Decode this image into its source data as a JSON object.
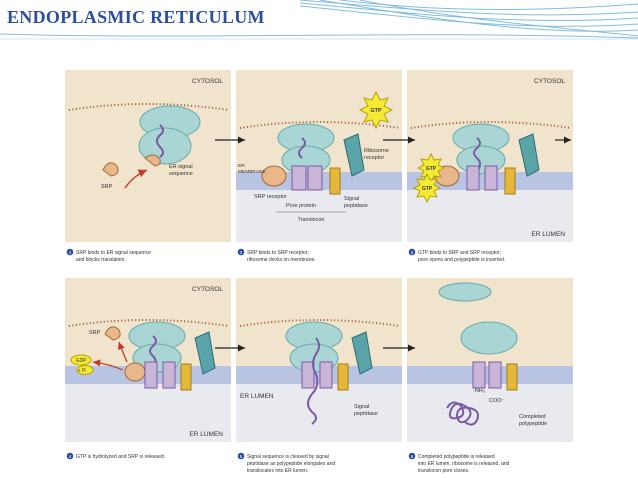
{
  "slide": {
    "title": "ENDOPLASMIC  RETICULUM",
    "colors": {
      "title": "#2a4f9c",
      "header_stripes": "#6fb2d6",
      "cytosol_bg": "#f0e4cc",
      "membrane": "#b9c4e2",
      "lumen_bg": "#e9eaf0",
      "ribosome": "#a9d6d5",
      "gtp_badge": "#f5ea34"
    }
  },
  "panels": [
    {
      "id": "p1",
      "labels": {
        "top_right": "CYTOSOL",
        "erss": [
          "ER signal",
          "sequence"
        ],
        "srp": "SRP"
      },
      "caption": {
        "num": "1",
        "lines": [
          "SRP binds to ER signal sequence",
          "and blocks translation."
        ]
      }
    },
    {
      "id": "p2",
      "labels": {
        "gtp": "GTP",
        "ribrec": [
          "Ribosome",
          "receptor"
        ],
        "erm": [
          "ER",
          "MEMBRANE"
        ],
        "srprec": "SRP receptor",
        "pore": "Pore protein",
        "sigpep": [
          "Signal",
          "peptidase"
        ],
        "translocon": "Translocon"
      },
      "caption": {
        "num": "2",
        "lines": [
          "SRP binds to SRP receptor;",
          "ribosome docks on membrane."
        ]
      }
    },
    {
      "id": "p3",
      "labels": {
        "top_right": "CYTOSOL",
        "gtp1": "GTP",
        "gtp2": "GTP",
        "bottom_right": "ER LUMEN"
      },
      "caption": {
        "num": "3",
        "lines": [
          "GTP binds to SRP and SRP receptor;",
          "pore opens and polypeptide is inserted."
        ]
      }
    },
    {
      "id": "p4",
      "labels": {
        "top_right": "CYTOSOL",
        "srp": "SRP",
        "gdp": "GDP",
        "pi": "+ Pᵢ",
        "bottom_right": "ER LUMEN"
      },
      "caption": {
        "num": "4",
        "lines": [
          "GTP is hydrolyzed and SRP is released."
        ]
      }
    },
    {
      "id": "p5",
      "labels": {
        "erlumen": "ER LUMEN",
        "sigpep": [
          "Signal",
          "peptidase"
        ]
      },
      "caption": {
        "num": "5",
        "lines": [
          "Signal sequence is cleaved by signal",
          "peptidase as polypeptide elongates and",
          "translocates into ER lumen."
        ]
      }
    },
    {
      "id": "p6",
      "labels": {
        "nh3": "-NH₃",
        "coo": "COO⁻",
        "completed": [
          "Completed",
          "polypeptide"
        ]
      },
      "caption": {
        "num": "6",
        "lines": [
          "Completed polypeptide is released",
          "into ER lumen, ribosome is released, and",
          "translocon pore closes."
        ]
      }
    }
  ]
}
